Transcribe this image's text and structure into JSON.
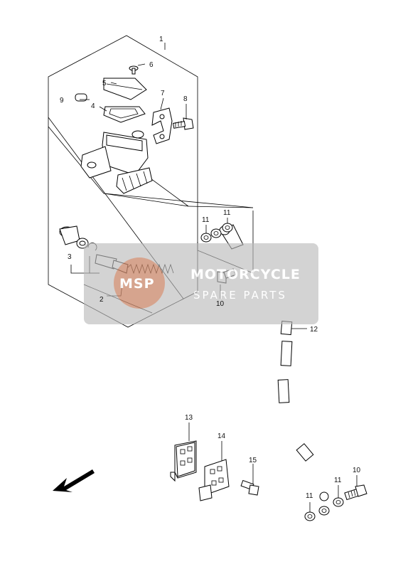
{
  "diagram": {
    "callouts": [
      {
        "id": "callout-1",
        "text": "1"
      },
      {
        "id": "callout-2",
        "text": "2"
      },
      {
        "id": "callout-3",
        "text": "3"
      },
      {
        "id": "callout-4",
        "text": "4"
      },
      {
        "id": "callout-5",
        "text": "5"
      },
      {
        "id": "callout-6",
        "text": "6"
      },
      {
        "id": "callout-7",
        "text": "7"
      },
      {
        "id": "callout-8",
        "text": "8"
      },
      {
        "id": "callout-9",
        "text": "9"
      },
      {
        "id": "callout-10a",
        "text": "10"
      },
      {
        "id": "callout-10b",
        "text": "10"
      },
      {
        "id": "callout-11a",
        "text": "11"
      },
      {
        "id": "callout-11b",
        "text": "11"
      },
      {
        "id": "callout-11c",
        "text": "11"
      },
      {
        "id": "callout-11d",
        "text": "11"
      },
      {
        "id": "callout-12",
        "text": "12"
      },
      {
        "id": "callout-13",
        "text": "13"
      },
      {
        "id": "callout-14",
        "text": "14"
      },
      {
        "id": "callout-15",
        "text": "15"
      }
    ]
  },
  "watermark": {
    "line1": "MOTORCYCLE",
    "line2": "SPARE PARTS",
    "badge_text": "MSP",
    "colors": {
      "banner": "#b9b9b9",
      "badge": "#d46a3a"
    }
  },
  "colors": {
    "line": "#000000",
    "background": "#ffffff"
  }
}
